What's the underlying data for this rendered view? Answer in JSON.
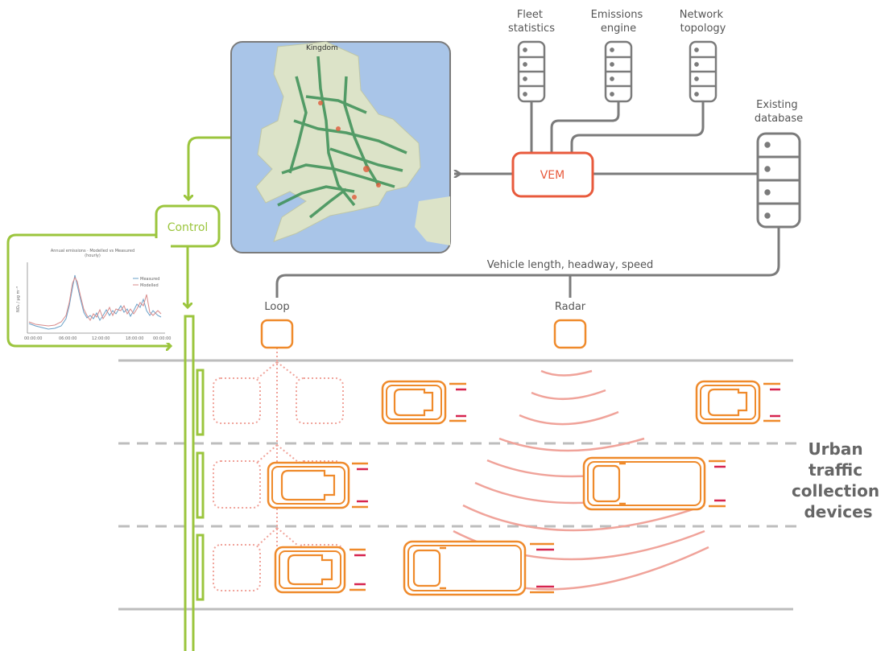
{
  "colors": {
    "grey": "#7b7b7b",
    "green": "#9bc53d",
    "red_orange": "#e85a3c",
    "orange": "#ef8a2b",
    "pink": "#f0a39a",
    "dark_red": "#d6244f",
    "road": "#bdbdbd"
  },
  "labels": {
    "fleet_statistics": [
      "Fleet",
      "statistics"
    ],
    "emissions_engine": [
      "Emissions",
      "engine"
    ],
    "network_topology": [
      "Network",
      "topology"
    ],
    "existing_database": [
      "Existing",
      "database"
    ],
    "vem": "VEM",
    "control": "Control",
    "vehicle_data": "Vehicle length, headway, speed",
    "loop": "Loop",
    "radar": "Radar",
    "urban_traffic": [
      "Urban",
      "traffic",
      "collection",
      "devices"
    ]
  },
  "map": {
    "label": "Kingdom"
  },
  "mini_chart": {
    "legend": [
      "Measured",
      "Modelled"
    ],
    "y_label": "NO₂ / µg m⁻³",
    "x_ticks": [
      "00:00:00",
      "06:00:00",
      "12:00:00",
      "18:00:00",
      "00:00:00"
    ]
  },
  "icons": {
    "servers": [
      "server-icon",
      "server-icon",
      "server-icon",
      "database-server-icon"
    ],
    "vehicles": [
      "car-icon",
      "van-icon",
      "truck-icon"
    ]
  }
}
